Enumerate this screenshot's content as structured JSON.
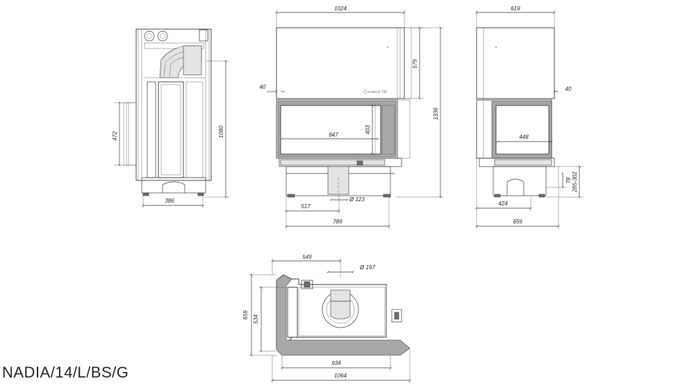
{
  "model": "NADIA/14/L/BS/G",
  "glass_brand": "kratki.pl 790",
  "colors": {
    "line": "#333333",
    "fill_grey": "#a8a8a8",
    "fill_dark": "#6d6d6d"
  },
  "side_view_left": {
    "height_472": "472",
    "height_1080": "1080",
    "width_386": "386"
  },
  "front_view": {
    "width_1024": "1024",
    "height_579": "579",
    "height_1336": "1336",
    "offset_40": "40",
    "glass_847": "847",
    "glass_403": "403",
    "width_517": "517",
    "diameter_123": "Ø 123",
    "width_789": "789"
  },
  "side_view_right": {
    "width_619": "619",
    "offset_40": "40",
    "glass_448": "448",
    "height_78": "78",
    "height_285_302": "285-302",
    "width_424": "424",
    "width_659": "659"
  },
  "top_view": {
    "width_549": "549",
    "diameter_197": "Ø 197",
    "depth_659": "659",
    "depth_534": "534",
    "width_934": "934",
    "width_1064": "1064"
  }
}
